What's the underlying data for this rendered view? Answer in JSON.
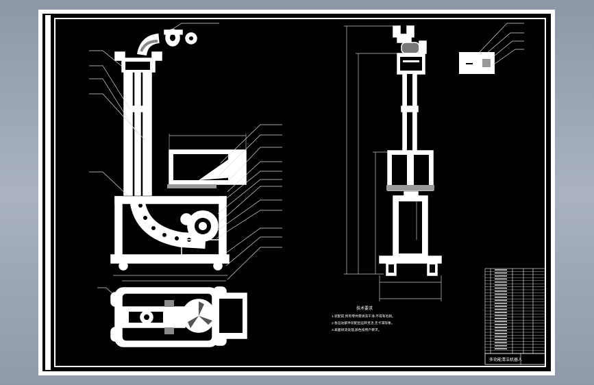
{
  "drawing": {
    "technical_requirements": {
      "heading": "技术要求",
      "lines": [
        "1.装配前,所有零件需清洗干净,不得有毛刺。",
        "2.各运动部件装配后运转灵活,无卡滞现象。",
        "3.表面喷漆处理,颜色按用户要求。"
      ]
    },
    "title_block": {
      "title": "多功能清洁机器人"
    }
  },
  "colors": {
    "background": "#000000",
    "line": "#ffffff",
    "dimension": "#c8c8c8",
    "hatch": "#9a9a9a"
  }
}
